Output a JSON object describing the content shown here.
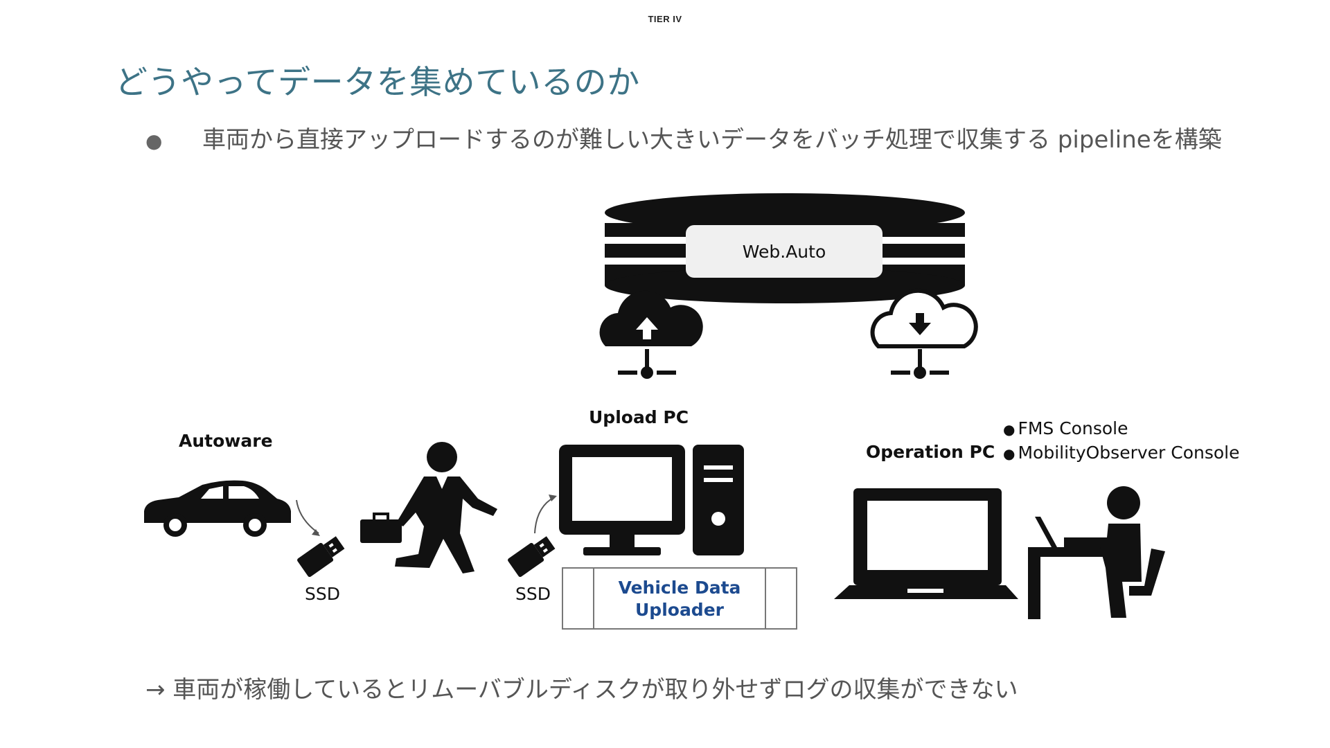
{
  "header": {
    "brand": "TIER IV"
  },
  "title": "どうやってデータを集めているのか",
  "bullet": {
    "text": "車両から直接アップロードするのが難しい大きいデータをバッチ処理で収集する pipelineを構築"
  },
  "diagram": {
    "web_auto": "Web.Auto",
    "autoware": "Autoware",
    "ssd_1": "SSD",
    "ssd_2": "SSD",
    "upload_pc": "Upload PC",
    "operation_pc": "Operation PC",
    "uploader_line1": "Vehicle Data",
    "uploader_line2": "Uploader",
    "consoles": [
      "FMS Console",
      "MobilityObserver Console"
    ]
  },
  "footer": {
    "text": "→ 車両が稼働しているとリムーバブルディスクが取り外せずログの収集ができない"
  },
  "colors": {
    "title": "#3d7386",
    "uploader_text": "#1c4a8f",
    "icon": "#111111"
  },
  "icons": [
    "cloud-upload-icon",
    "cloud-download-icon",
    "car-icon",
    "ssd-icon",
    "walking-businessman-icon",
    "desktop-computer-icon",
    "laptop-icon",
    "person-seated-icon"
  ]
}
